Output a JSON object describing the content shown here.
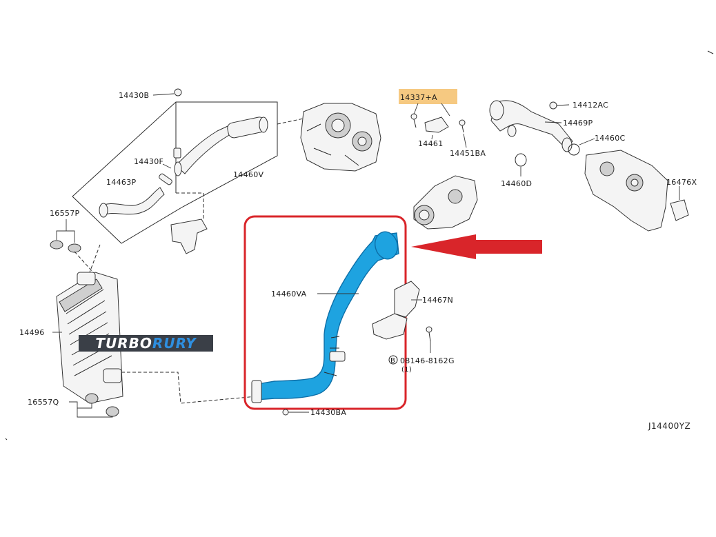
{
  "colors": {
    "hose_highlight": "#1ea3e0",
    "callout_frame": "#d9252a",
    "arrow": "#d9252a",
    "label_highlight": "#f5c06b",
    "brand_bg": "#3a3f47",
    "brand_accent": "#2e8fe0"
  },
  "labels": {
    "p14430B": "14430B",
    "p14430F": "14430F",
    "p14463P": "14463P",
    "p16557P": "16557P",
    "p14496": "14496",
    "p16557Q": "16557Q",
    "p14460V": "14460V",
    "p14337A": "14337+A",
    "p14461": "14461",
    "p14451BA": "14451BA",
    "p14412AC": "14412AC",
    "p14469P": "14469P",
    "p14460C": "14460C",
    "p14460D": "14460D",
    "p16476X": "16476X",
    "p14460VA": "14460VA",
    "p14467N": "14467N",
    "p08146": "08146-8162G",
    "p08146_qty": "(1)",
    "p08146_prefix": "B",
    "p14430BA": "14430BA"
  },
  "brand": {
    "part_a": "TURBO",
    "part_b": "RURY"
  },
  "diagram_code": "J14400YZ",
  "icons": [
    "callout-frame",
    "pointer-arrow",
    "hose",
    "bolt",
    "clamp",
    "throttle-body",
    "intercooler",
    "bracket"
  ]
}
